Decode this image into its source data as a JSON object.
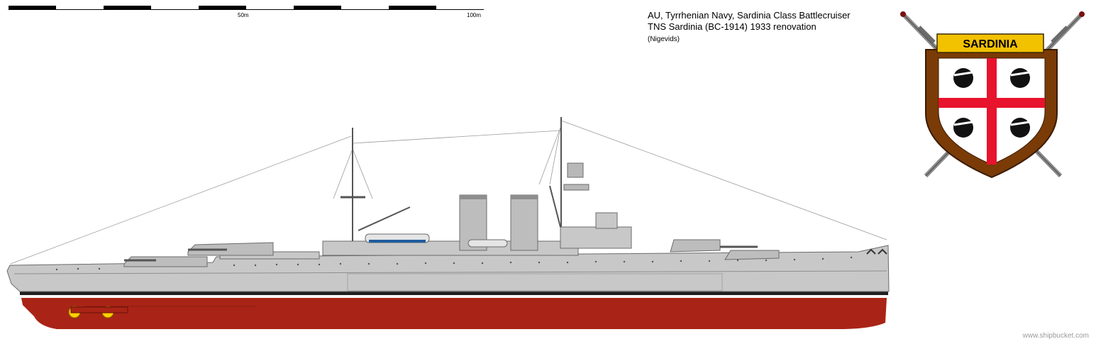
{
  "scale": {
    "mid_label": "50m",
    "end_label": "100m"
  },
  "title": {
    "line1": "AU, Tyrrhenian Navy, Sardinia Class Battlecruiser",
    "line2": "TNS Sardinia (BC-1914) 1933 renovation",
    "author": "(Nigevids)"
  },
  "crest": {
    "banner_text": "SARDINIA",
    "colors": {
      "banner": "#f2c100",
      "shield_border": "#7a3b06",
      "cross": "#e8132c",
      "field": "#ffffff"
    }
  },
  "colors": {
    "hull_grey": "#c8c8c8",
    "antifouling_red": "#a92416",
    "boot_topping": "#202020",
    "propeller": "#ffd000"
  },
  "watermark": "www.shipbucket.com"
}
